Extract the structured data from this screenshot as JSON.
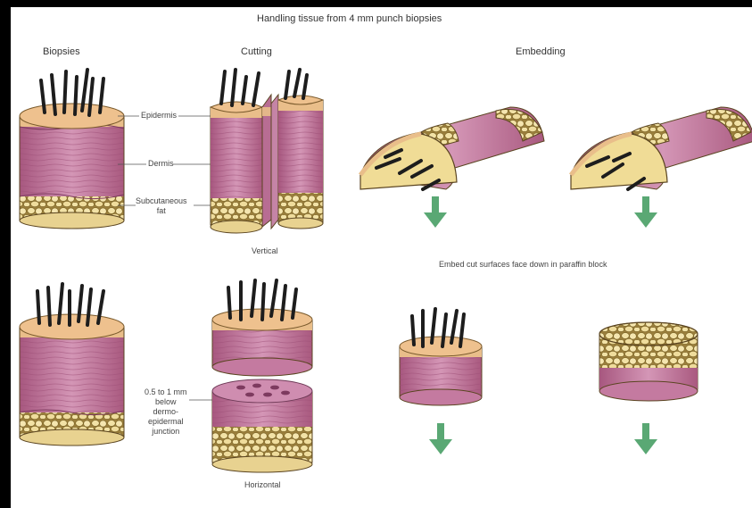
{
  "title": "Handling tissue from 4 mm punch biopsies",
  "headers": {
    "biopsies": "Biopsies",
    "cutting": "Cutting",
    "embedding": "Embedding"
  },
  "layer_labels": {
    "epidermis": "Epidermis",
    "dermis": "Dermis",
    "subcutaneous": "Subcutaneous\nfat"
  },
  "orientation_labels": {
    "vertical": "Vertical",
    "horizontal": "Horizontal"
  },
  "embed_note": "Embed cut surfaces face down in paraffin block",
  "junction_label": "0.5 to 1 mm\nbelow\ndermo-\nepidermal\njunction",
  "colors": {
    "epidermis": "#e9be8a",
    "dermis": "#c27aa0",
    "fat": "#f1df9e",
    "hair": "#222222",
    "arrow": "#5aa874"
  }
}
